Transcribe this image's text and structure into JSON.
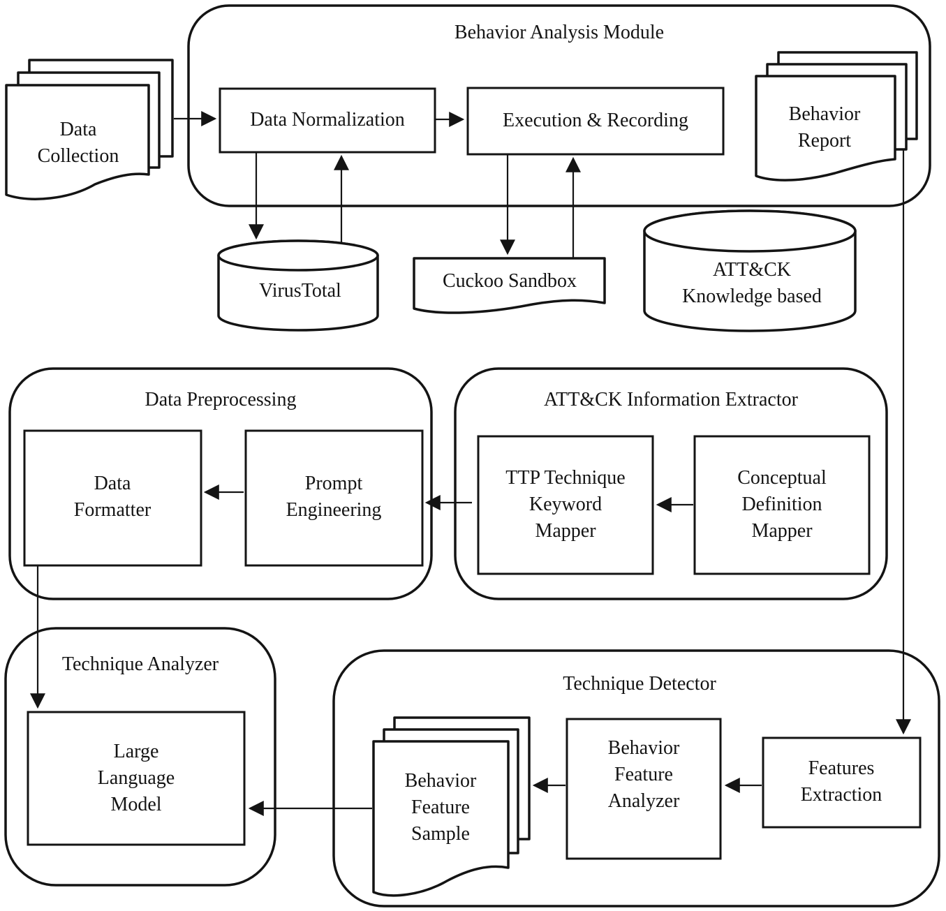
{
  "diagram": {
    "colors": {
      "stroke": "#141414",
      "background": "#ffffff"
    },
    "containers": {
      "behavior_analysis_module": {
        "title": "Behavior Analysis Module"
      },
      "data_preprocessing": {
        "title": "Data Preprocessing"
      },
      "attck_information_extractor": {
        "title": "ATT&CK Information Extractor"
      },
      "technique_analyzer": {
        "title": "Technique Analyzer"
      },
      "technique_detector": {
        "title": "Technique Detector"
      }
    },
    "nodes": {
      "data_collection": {
        "label": "Data\nCollection",
        "shape": "document-stack"
      },
      "data_normalization": {
        "label": "Data Normalization",
        "shape": "process-box"
      },
      "execution_recording": {
        "label": "Execution & Recording",
        "shape": "process-box"
      },
      "behavior_report": {
        "label": "Behavior\nReport",
        "shape": "document-stack"
      },
      "virustotal": {
        "label": "VirusTotal",
        "shape": "database-cylinder"
      },
      "cuckoo_sandbox": {
        "label": "Cuckoo Sandbox",
        "shape": "document"
      },
      "attck_knowledge_base": {
        "label": "ATT&CK\nKnowledge based",
        "shape": "database-cylinder"
      },
      "data_formatter": {
        "label": "Data\nFormatter",
        "shape": "process-box"
      },
      "prompt_engineering": {
        "label": "Prompt\nEngineering",
        "shape": "process-box"
      },
      "ttp_technique_keyword_mapper": {
        "label": "TTP Technique\nKeyword\nMapper",
        "shape": "process-box"
      },
      "conceptual_definition_mapper": {
        "label": "Conceptual\nDefinition\nMapper",
        "shape": "process-box"
      },
      "large_language_model": {
        "label": "Large\nLanguage\nModel",
        "shape": "process-box"
      },
      "behavior_feature_sample": {
        "label": "Behavior\nFeature\nSample",
        "shape": "document-stack"
      },
      "behavior_feature_analyzer": {
        "label": "Behavior\nFeature\nAnalyzer",
        "shape": "process-box"
      },
      "features_extraction": {
        "label": "Features\nExtraction",
        "shape": "process-box"
      }
    },
    "edges": [
      {
        "from": "data_collection",
        "to": "data_normalization"
      },
      {
        "from": "data_normalization",
        "to": "execution_recording"
      },
      {
        "from": "data_normalization",
        "to": "virustotal"
      },
      {
        "from": "virustotal",
        "to": "data_normalization"
      },
      {
        "from": "execution_recording",
        "to": "cuckoo_sandbox"
      },
      {
        "from": "cuckoo_sandbox",
        "to": "execution_recording"
      },
      {
        "from": "prompt_engineering",
        "to": "data_formatter"
      },
      {
        "from": "ttp_technique_keyword_mapper",
        "to": "prompt_engineering"
      },
      {
        "from": "conceptual_definition_mapper",
        "to": "ttp_technique_keyword_mapper"
      },
      {
        "from": "data_formatter",
        "to": "large_language_model"
      },
      {
        "from": "behavior_report",
        "to": "features_extraction"
      },
      {
        "from": "features_extraction",
        "to": "behavior_feature_analyzer"
      },
      {
        "from": "behavior_feature_analyzer",
        "to": "behavior_feature_sample"
      },
      {
        "from": "behavior_feature_sample",
        "to": "large_language_model"
      }
    ]
  }
}
